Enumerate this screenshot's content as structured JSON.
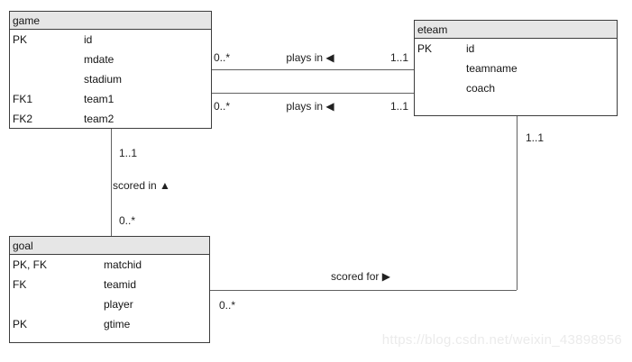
{
  "diagram": {
    "type": "er-diagram",
    "background_color": "#ffffff",
    "entity_header_color": "#e6e6e6",
    "entity_border_color": "#3d3d3d",
    "connector_color": "#616161",
    "watermark": "https://blog.csdn.net/weixin_43898956"
  },
  "entities": [
    {
      "title": "game",
      "rows": [
        {
          "key": "PK",
          "attr": "id"
        },
        {
          "key": "",
          "attr": "mdate"
        },
        {
          "key": "",
          "attr": "stadium"
        },
        {
          "key": "FK1",
          "attr": "team1"
        },
        {
          "key": "FK2",
          "attr": "team2"
        }
      ]
    },
    {
      "title": "eteam",
      "rows": [
        {
          "key": "PK",
          "attr": "id"
        },
        {
          "key": "",
          "attr": "teamname"
        },
        {
          "key": "",
          "attr": "coach"
        }
      ]
    },
    {
      "title": "goal",
      "rows": [
        {
          "key": "PK, FK",
          "attr": "matchid"
        },
        {
          "key": "FK",
          "attr": "teamid"
        },
        {
          "key": "",
          "attr": "player"
        },
        {
          "key": "PK",
          "attr": "gtime"
        }
      ]
    }
  ],
  "relationships": [
    {
      "label": "plays in ◀",
      "from": "game",
      "to": "eteam",
      "source_card": "0..*",
      "target_card": "1..1"
    },
    {
      "label": "plays in ◀",
      "from": "game",
      "to": "eteam",
      "source_card": "0..*",
      "target_card": "1..1"
    },
    {
      "label": "scored in ▲",
      "from": "game",
      "to": "goal",
      "source_card": "1..1",
      "target_card": "0..*"
    },
    {
      "label": "scored for ▶",
      "from": "goal",
      "to": "eteam",
      "source_card": "0..*",
      "target_card": "1..1"
    }
  ]
}
